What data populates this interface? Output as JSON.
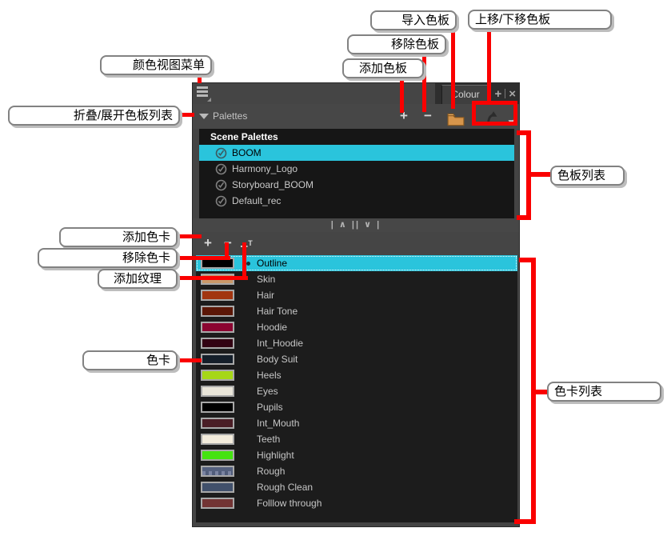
{
  "panel": {
    "tab_title": "Colour",
    "palettes_header": "Palettes",
    "splitter_glyphs": "| ∧ || ∨ |",
    "palette_list": {
      "header": "Scene Palettes",
      "items": [
        {
          "name": "BOOM",
          "selected": true
        },
        {
          "name": "Harmony_Logo",
          "selected": false
        },
        {
          "name": "Storyboard_BOOM",
          "selected": false
        },
        {
          "name": "Default_rec",
          "selected": false
        }
      ]
    },
    "swatches": [
      {
        "name": "Outline",
        "color": "#000000",
        "selected": true
      },
      {
        "name": "Skin",
        "color": "#c9996a",
        "selected": false
      },
      {
        "name": "Hair",
        "color": "#a23510",
        "selected": false
      },
      {
        "name": "Hair Tone",
        "color": "#5b1707",
        "selected": false
      },
      {
        "name": "Hoodie",
        "color": "#8b0531",
        "selected": false
      },
      {
        "name": "Int_Hoodie",
        "color": "#320212",
        "selected": false
      },
      {
        "name": "Body Suit",
        "color": "#151f2a",
        "selected": false
      },
      {
        "name": "Heels",
        "color": "#a6d717",
        "selected": false
      },
      {
        "name": "Eyes",
        "color": "#e9e5d9",
        "selected": false
      },
      {
        "name": "Pupils",
        "color": "#000000",
        "selected": false
      },
      {
        "name": "Int_Mouth",
        "color": "#4a1e26",
        "selected": false
      },
      {
        "name": "Teeth",
        "color": "#f3ecdc",
        "selected": false
      },
      {
        "name": "Highlight",
        "color": "#45e311",
        "selected": false
      },
      {
        "name": "Rough",
        "color": "#55617f",
        "selected": false,
        "alpha_checker": true
      },
      {
        "name": "Rough Clean",
        "color": "#41506b",
        "selected": false
      },
      {
        "name": "Folllow through",
        "color": "#723434",
        "selected": false
      }
    ]
  },
  "icons": {
    "menu": "view-menu-hamburger",
    "collapse": "collapse-triangle",
    "add": "+",
    "remove": "−",
    "texture_sup": "T",
    "import_folder": "folder-icon",
    "move_up": "curved-up-arrow",
    "move_down": "curved-down-arrow",
    "new_view": "+",
    "close": "×"
  },
  "callouts": [
    {
      "label": "导入色板"
    },
    {
      "label": "上移/下移色板"
    },
    {
      "label": "移除色板"
    },
    {
      "label": "添加色板"
    },
    {
      "label": "颜色视图菜单"
    },
    {
      "label": "折叠/展开色板列表"
    },
    {
      "label": "添加色卡"
    },
    {
      "label": "移除色卡"
    },
    {
      "label": "添加纹理"
    },
    {
      "label": "色卡"
    },
    {
      "label": "色板列表"
    },
    {
      "label": "色卡列表"
    }
  ],
  "colors": {
    "selection_cyan": "#2ac4dc",
    "annotation_red": "#fa0000",
    "panel_chrome": "#454545",
    "list_background": "#1c1c1c",
    "folder_orange": "#d6954b"
  }
}
